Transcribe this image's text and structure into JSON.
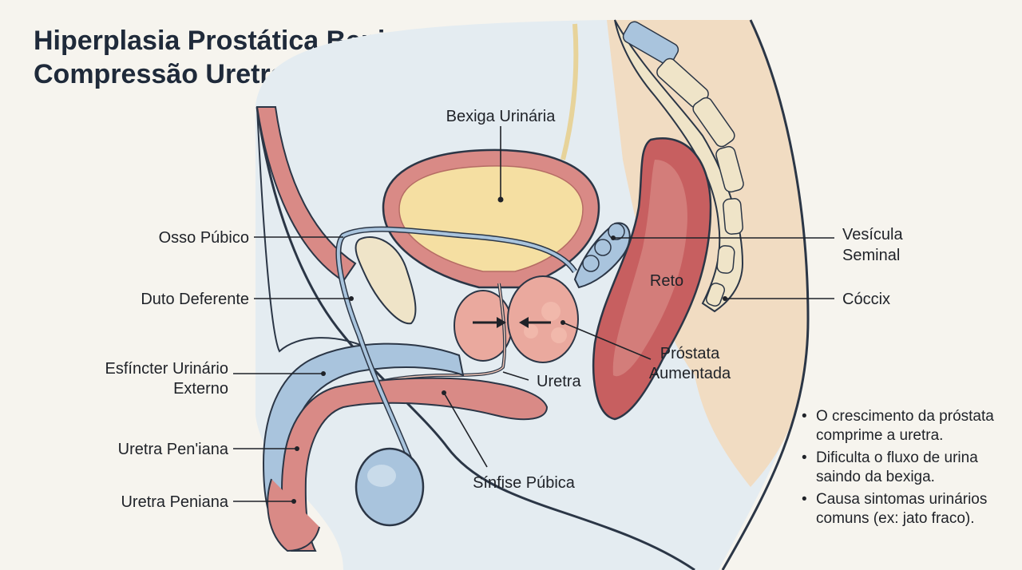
{
  "title": {
    "line1": "Hiperplasia Prostática Benigna (HPB):",
    "line2": "Compressão Uretral"
  },
  "labels": {
    "bexiga": "Bexiga Urinária",
    "osso_pubico": "Osso Púbico",
    "duto_deferente": "Duto Deferente",
    "esfincter_line1": "Esfíncter Urinário",
    "esfincter_line2": "Externo",
    "uretra_peniana_1": "Uretra Pen'iana",
    "uretra_peniana_2": "Uretra Peniana",
    "vesicula_line1": "Vesícula",
    "vesicula_line2": "Seminal",
    "reto": "Reto",
    "coccix": "Cóccix",
    "prostata_line1": "Próstata",
    "prostata_line2": "Aumentada",
    "uretra": "Uretra",
    "sinfise": "Sínfise Púbica"
  },
  "notes": [
    "O crescimento da próstata comprime a uretra.",
    "Dificulta o fluxo de urina saindo da bexiga.",
    "Causa sintomas urinários comuns (ex: jato fraco)."
  ],
  "colors": {
    "background": "#f6f4ee",
    "tissue": "#f1dcc2",
    "muscle": "#d98a86",
    "bladder_fill": "#f5dfa2",
    "prostate": "#eaa99e",
    "bone": "#efe4c8",
    "vessel_blue": "#a9c4dd",
    "rectum": "#c75f60",
    "outline": "#2b3646"
  }
}
